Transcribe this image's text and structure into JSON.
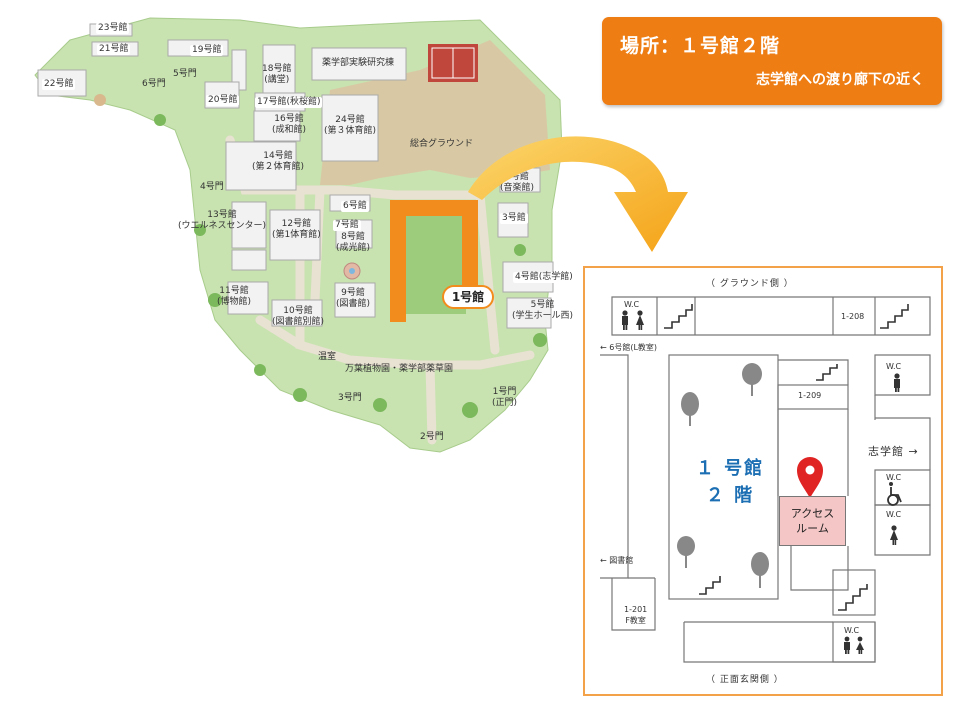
{
  "callout": {
    "line1": "場所：１号館２階",
    "line2": "志学館への渡り廊下の近く",
    "color": "#ee7d14"
  },
  "campus": {
    "buildings": {
      "b23": "23号館",
      "b21": "21号館",
      "b22": "22号館",
      "b19": "19号館",
      "b18": "18号館\n(講堂)",
      "b_pharm": "薬学部実験研究棟",
      "b20": "20号館",
      "b17": "17号館(秋桜館)",
      "b16": "16号館\n(成和館)",
      "b24": "24号館\n(第３体育館)",
      "b14": "14号館\n(第２体育館)",
      "b13": "13号館\n(ウエルネスセンター)",
      "b12": "12号館\n(第1体育館)",
      "b6": "6号館",
      "b7": "7号館",
      "b8": "8号館\n(成光館)",
      "b11": "11号館\n(博物館)",
      "b10": "10号館\n(図書館別館)",
      "b9": "9号館\n(図書館)",
      "b2": "2号館\n(音楽館)",
      "b3": "3号館",
      "b4": "4号館(志学館)",
      "b5": "5号館\n(学生ホール西)",
      "b1": "1号館"
    },
    "gates": {
      "g6": "6号門",
      "g5": "5号門",
      "g4": "4号門",
      "g3": "3号門",
      "g2": "2号門",
      "g1": "1号門\n(正門)"
    },
    "places": {
      "ground": "総合グラウンド",
      "greenhouse": "温室",
      "garden": "万葉植物園・薬学部薬草園"
    },
    "highlight_color": "#f28c1c"
  },
  "floor": {
    "top_side": "（ グラウンド側 ）",
    "bottom_side": "（ 正面玄関側 ）",
    "to_b6": "← 6号館(L教室)",
    "to_library": "← 図書館",
    "to_shigakukan": "志学館 →",
    "room_208": "1-208",
    "room_209": "1-209",
    "room_201": "1-201\nF教室",
    "wc": "W.C",
    "building_name": "１ 号館",
    "floor_name": "２ 階",
    "access_room": "アクセス\nルーム",
    "border_color": "#f4a24a",
    "access_color": "#f5c6c6",
    "pin_color": "#e02424"
  }
}
